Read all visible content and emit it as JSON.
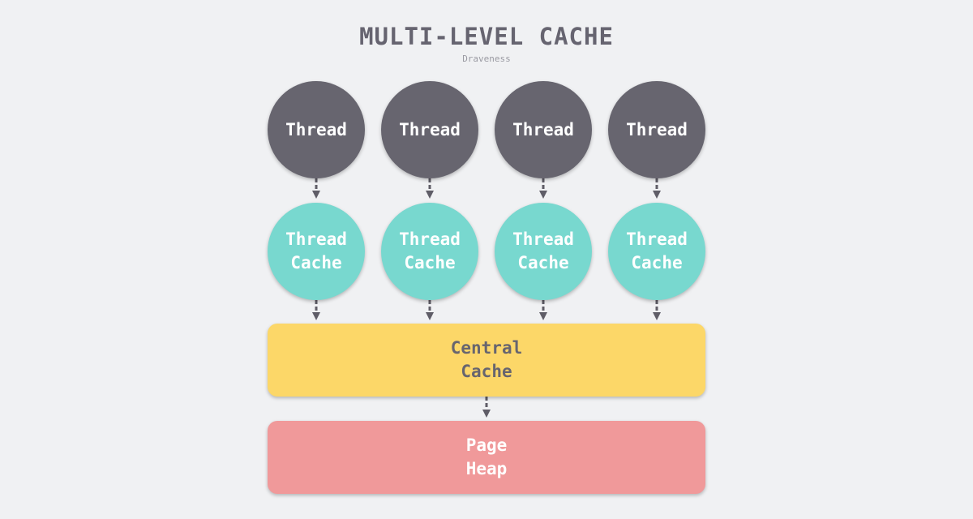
{
  "title": "MULTI-LEVEL CACHE",
  "subtitle": "Draveness",
  "threads": [
    {
      "label": "Thread"
    },
    {
      "label": "Thread"
    },
    {
      "label": "Thread"
    },
    {
      "label": "Thread"
    }
  ],
  "thread_caches": [
    {
      "line1": "Thread",
      "line2": "Cache"
    },
    {
      "line1": "Thread",
      "line2": "Cache"
    },
    {
      "line1": "Thread",
      "line2": "Cache"
    },
    {
      "line1": "Thread",
      "line2": "Cache"
    }
  ],
  "central_cache": {
    "line1": "Central",
    "line2": "Cache"
  },
  "page_heap": {
    "line1": "Page",
    "line2": "Heap"
  },
  "colors": {
    "thread": "#67656f",
    "thread_cache": "#78d8cf",
    "central_cache": "#fcd768",
    "page_heap": "#f0999a",
    "arrow": "#5f5d67",
    "background": "#f0f1f3"
  }
}
